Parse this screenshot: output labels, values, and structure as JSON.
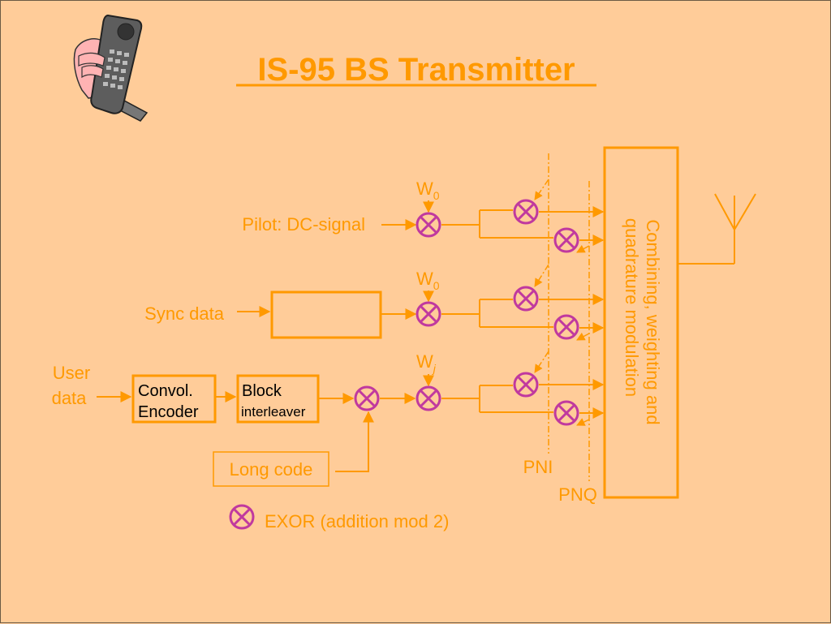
{
  "title": "IS-95 BS Transmitter",
  "icons": {
    "phone": "phone-in-hand-icon",
    "antenna": "antenna-icon",
    "xor": "xor-circle-icon"
  },
  "colors": {
    "background": "#ffcc99",
    "accent": "#ff9900",
    "xor": "#c0399f"
  },
  "inputs": {
    "pilot": "Pilot: DC-signal",
    "sync": "Sync data",
    "user_line1": "User",
    "user_line2": "data"
  },
  "blocks": {
    "conv_line1": "Convol.",
    "conv_line2": "Encoder",
    "block_line1": "Block",
    "block_line2": "interleaver",
    "long_code": "Long code",
    "combiner_line1": "Combining, weighting and",
    "combiner_line2": "quadrature modulation"
  },
  "walsh": {
    "w_letter": "W",
    "pilot_sub": "0",
    "sync_sub": "0",
    "user_sub": "j"
  },
  "pn": {
    "i": "PNI",
    "q": "PNQ"
  },
  "legend": "EXOR (addition mod 2)"
}
